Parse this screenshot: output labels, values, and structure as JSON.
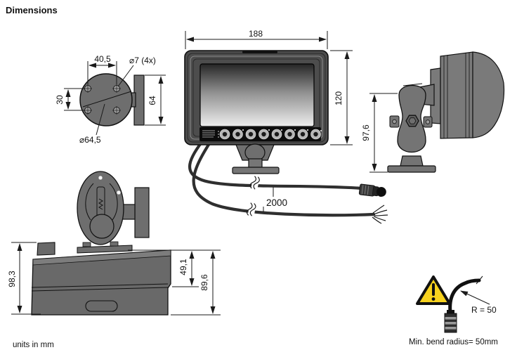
{
  "title": "Dimensions",
  "footer": {
    "units_note": "units in mm"
  },
  "front_view": {
    "width": "188",
    "height": "120"
  },
  "bracket_view": {
    "hole_pitch_horizontal": "40,5",
    "hole_pitch_vertical": "30",
    "hole_diameter": "⌀7 (4x)",
    "plate_diameter": "⌀64,5",
    "bracket_height": "64"
  },
  "side_view": {
    "mount_height": "97,6"
  },
  "top_view": {
    "depth_total": "98,3",
    "depth_front": "49,1",
    "depth_body": "89,6"
  },
  "cable": {
    "length": "2000"
  },
  "bend_note": {
    "radius": "R = 50",
    "caption": "Min. bend radius= 50mm"
  },
  "colors": {
    "accent_red": "#c2242b",
    "warning_yellow": "#f7d21e",
    "body_gray": "#6e6e6e",
    "line": "#1a1a1a"
  }
}
